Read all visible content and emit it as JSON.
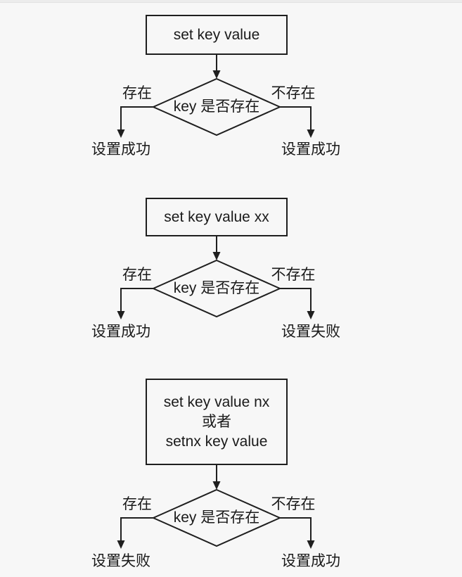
{
  "page": {
    "background_color": "#f7f7f7",
    "line_color": "#1f1f1f",
    "text_color": "#1a1a1a"
  },
  "flowcharts": [
    {
      "command": "set key value",
      "decision": "key 是否存在",
      "branch_left": "存在",
      "branch_right": "不存在",
      "outcome_left": "设置成功",
      "outcome_right": "设置成功"
    },
    {
      "command": "set key value xx",
      "decision": "key 是否存在",
      "branch_left": "存在",
      "branch_right": "不存在",
      "outcome_left": "设置成功",
      "outcome_right": "设置失败"
    },
    {
      "command": "set key value nx\n或者\nsetnx key value",
      "decision": "key 是否存在",
      "branch_left": "存在",
      "branch_right": "不存在",
      "outcome_left": "设置失败",
      "outcome_right": "设置成功"
    }
  ]
}
